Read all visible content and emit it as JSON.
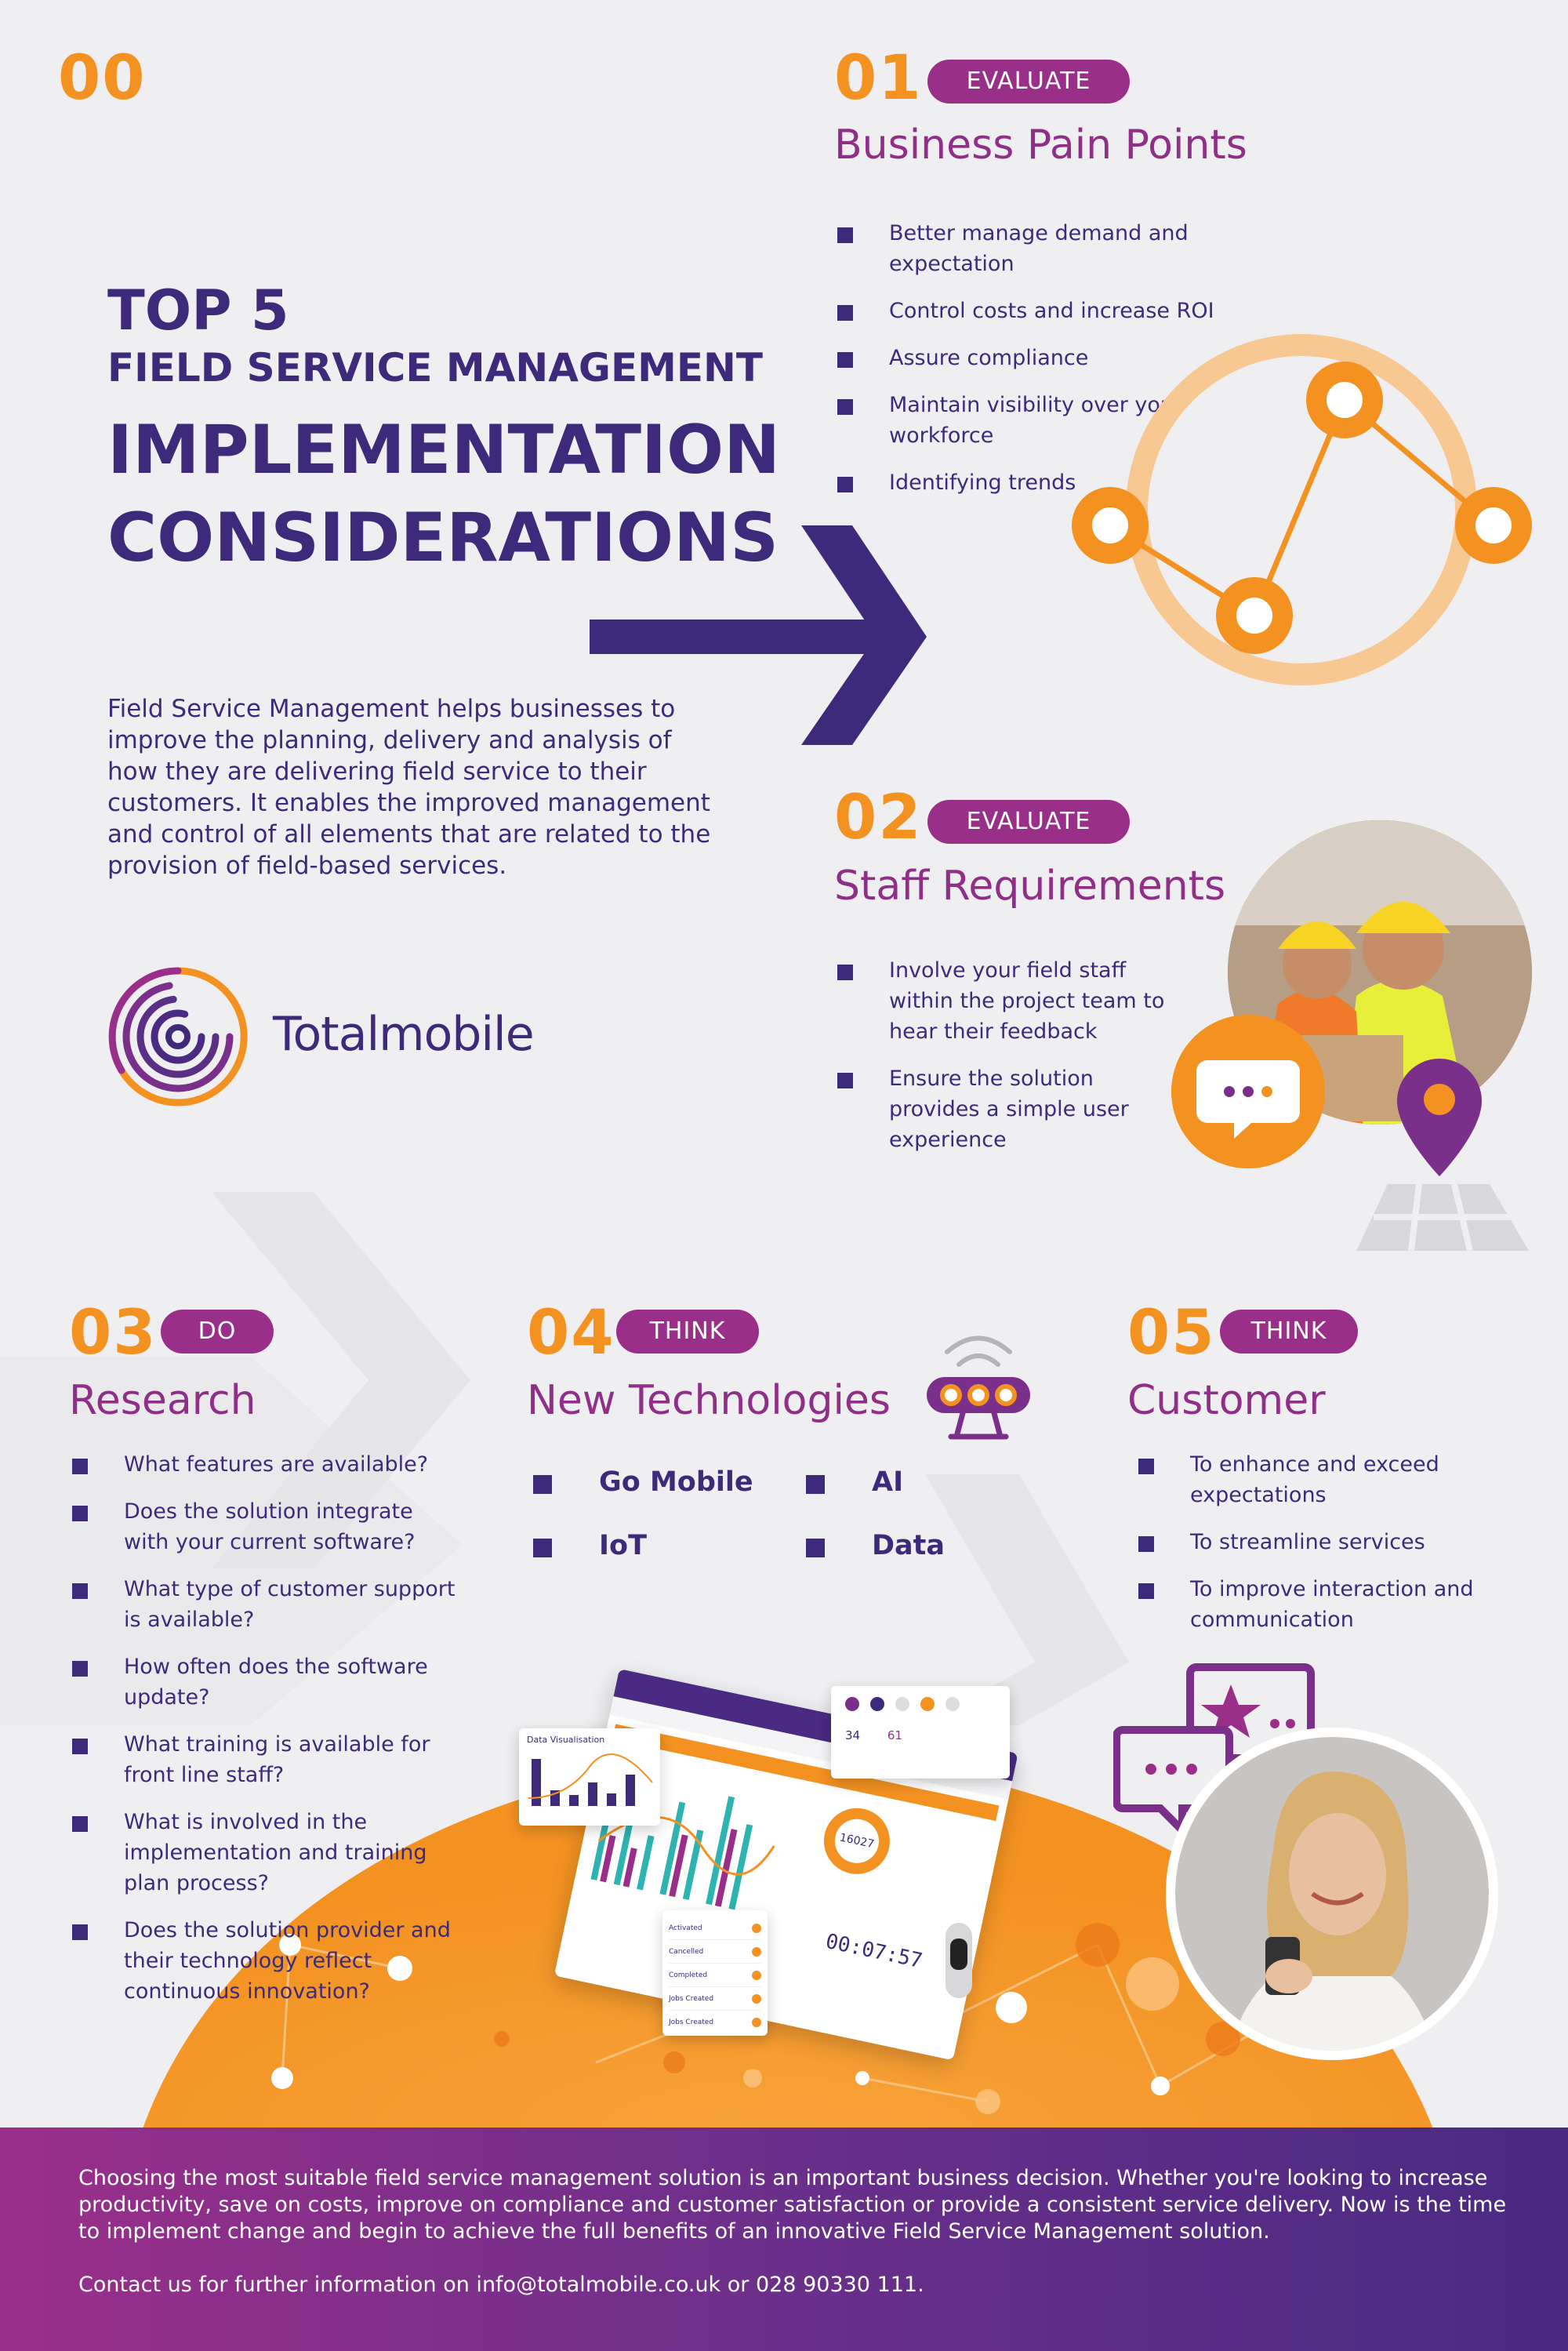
{
  "intro_section": {
    "number": "00",
    "heading_line1": "TOP 5",
    "heading_line2": "FIELD SERVICE MANAGEMENT",
    "heading_line3": "IMPLEMENTATION",
    "heading_line4": "CONSIDERATIONS",
    "description": "Field Service Management helps businesses to improve the planning, delivery and analysis of how they are delivering field service to their customers.  It enables the improved management and control of all elements that are related to the provision of field-based services.",
    "brand_name": "Totalmobile"
  },
  "section1": {
    "number": "01",
    "tag": "EVALUATE",
    "title": "Business Pain Points",
    "items": [
      "Better manage demand and expectation",
      "Control costs and increase ROI",
      "Assure compliance",
      "Maintain visibility over your workforce",
      "Identifying trends"
    ]
  },
  "section2": {
    "number": "02",
    "tag": "EVALUATE",
    "title": "Staff Requirements",
    "items": [
      "Involve your field staff within the project team to hear their feedback",
      "Ensure the solution provides a simple user experience"
    ]
  },
  "section3": {
    "number": "03",
    "tag": "DO",
    "title": "Research",
    "items": [
      "What features are available?",
      "Does the solution integrate with your current software?",
      "What type of customer support is available?",
      "How often does the software update?",
      "What training is available for front line staff?",
      "What is involved in the implementation and training plan process?",
      "Does the solution provider and their technology reflect continuous innovation?"
    ]
  },
  "section4": {
    "number": "04",
    "tag": "THINK",
    "title": "New Technologies",
    "items": [
      "Go Mobile",
      "AI",
      "IoT",
      "Data"
    ]
  },
  "section5": {
    "number": "05",
    "tag": "THINK",
    "title": "Customer",
    "items": [
      "To enhance and exceed expectations",
      "To streamline services",
      "To improve interaction and communication"
    ]
  },
  "dashboard": {
    "chart_title": "Data Visualisation",
    "timer": "00:07:57",
    "stat1": "34",
    "stat2": "61",
    "donut_value": "16027",
    "status_items": [
      "Activated",
      "Cancelled",
      "Completed",
      "Jobs Created",
      "Jobs Created"
    ]
  },
  "footer": {
    "paragraph": "Choosing the most suitable field service management solution is an important business decision. Whether you're looking to increase productivity, save on costs, improve on compliance and customer satisfaction or provide a consistent service delivery.  Now is the time to implement change and begin to achieve the full benefits of an innovative Field Service Management solution.",
    "contact": "Contact us for further information on info@totalmobile.co.uk or 028 90330 111."
  },
  "colors": {
    "purple_dark": "#3d2a7a",
    "magenta": "#9a2f8a",
    "orange": "#f39221",
    "background": "#efeff1"
  }
}
